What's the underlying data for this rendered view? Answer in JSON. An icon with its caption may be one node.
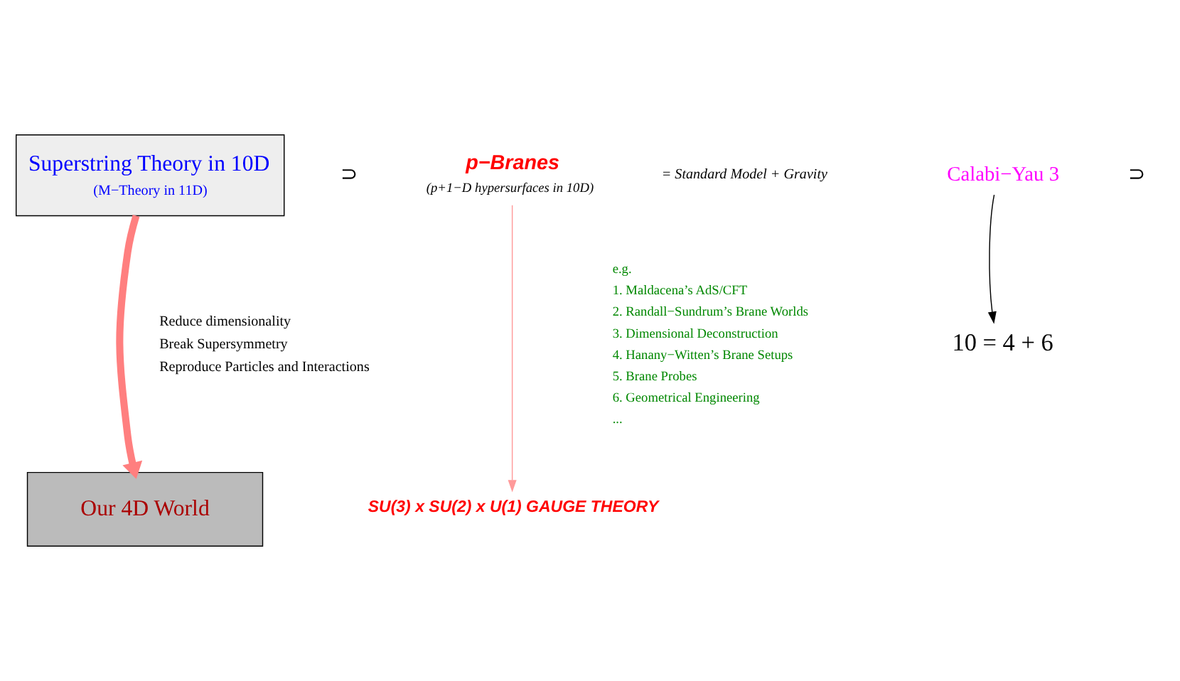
{
  "diagram": {
    "nodes": [
      {
        "text": [
          "Superstring Theory in 10D",
          "(M−Theory in 11D)"
        ]
      },
      {
        "text": [
          "p−Branes"
        ],
        "beside": [
          "(p+1−D hypersurfaces in 10D)"
        ]
      },
      {
        "text": [
          "10 = 4 + 6"
        ]
      },
      {
        "text": [
          "Calabi−Yau 3"
        ]
      },
      {
        "text": [
          "Our 4D World"
        ]
      },
      {
        "text": [
          "SU(3) x SU(2) x U(1) GAUGE THEORY"
        ]
      }
    ],
    "edges": [
      {
        "from": 0,
        "to": 4,
        "arrow": "to",
        "style": "thick",
        "color": "#ff7f7f"
      },
      {
        "from": 1,
        "to": 5,
        "arrow": "to",
        "color": "#ff9a9a"
      },
      {
        "from": 3,
        "to": 2,
        "arrow": "to",
        "color": "#000000"
      }
    ],
    "labels": [
      "⊃",
      "Reduce dimensionality",
      "Break Supersymmetry",
      "Reproduce Particles and Interactions",
      "e.g.",
      "1. Maldacena’s AdS/CFT",
      "2. Randall−Sundrum’s Brane Worlds",
      "3. Dimensional Deconstruction",
      "4. Hanany−Witten’s Brane Setups",
      "5. Brane Probes",
      "6. Geometrical Engineering",
      "...",
      "= Standard Model + Gravity",
      "⊃"
    ]
  }
}
